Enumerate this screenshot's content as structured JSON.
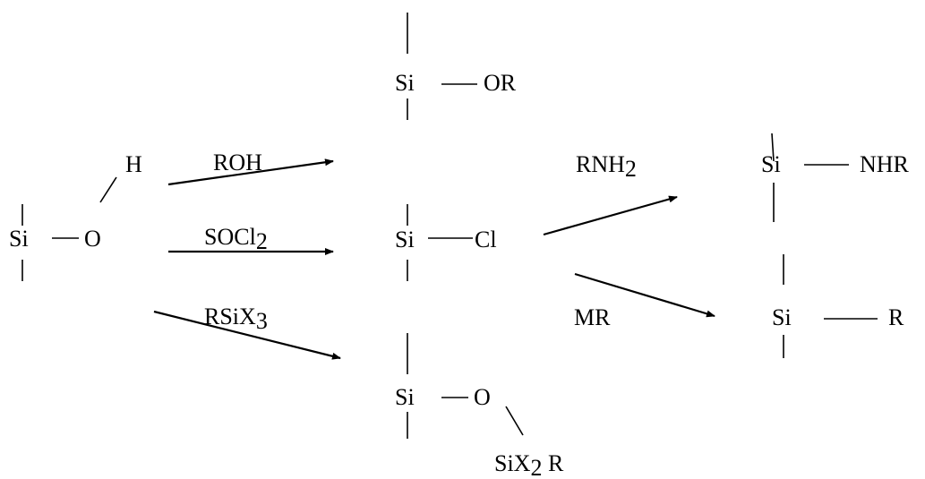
{
  "start": {
    "si": "Si",
    "o": "O",
    "h": "H"
  },
  "reagents": {
    "roh": "ROH",
    "socl2_main": "SOCl",
    "socl2_sub": "2",
    "rsix3_main": "RSiX",
    "rsix3_sub": "3",
    "rnh2_main": "RNH",
    "rnh2_sub": "2",
    "mr": "MR"
  },
  "products": {
    "alkoxy": {
      "si": "Si",
      "group": "OR"
    },
    "chloro": {
      "si": "Si",
      "group": "Cl"
    },
    "siloxane": {
      "si": "Si",
      "o": "O",
      "sub_main": "SiX",
      "sub_sub": "2",
      "sub_r": " R"
    },
    "amino": {
      "si": "Si",
      "group": "NHR"
    },
    "alkyl": {
      "si": "Si",
      "group": "R"
    }
  },
  "colors": {
    "ink": "#000000",
    "background": "#ffffff"
  }
}
